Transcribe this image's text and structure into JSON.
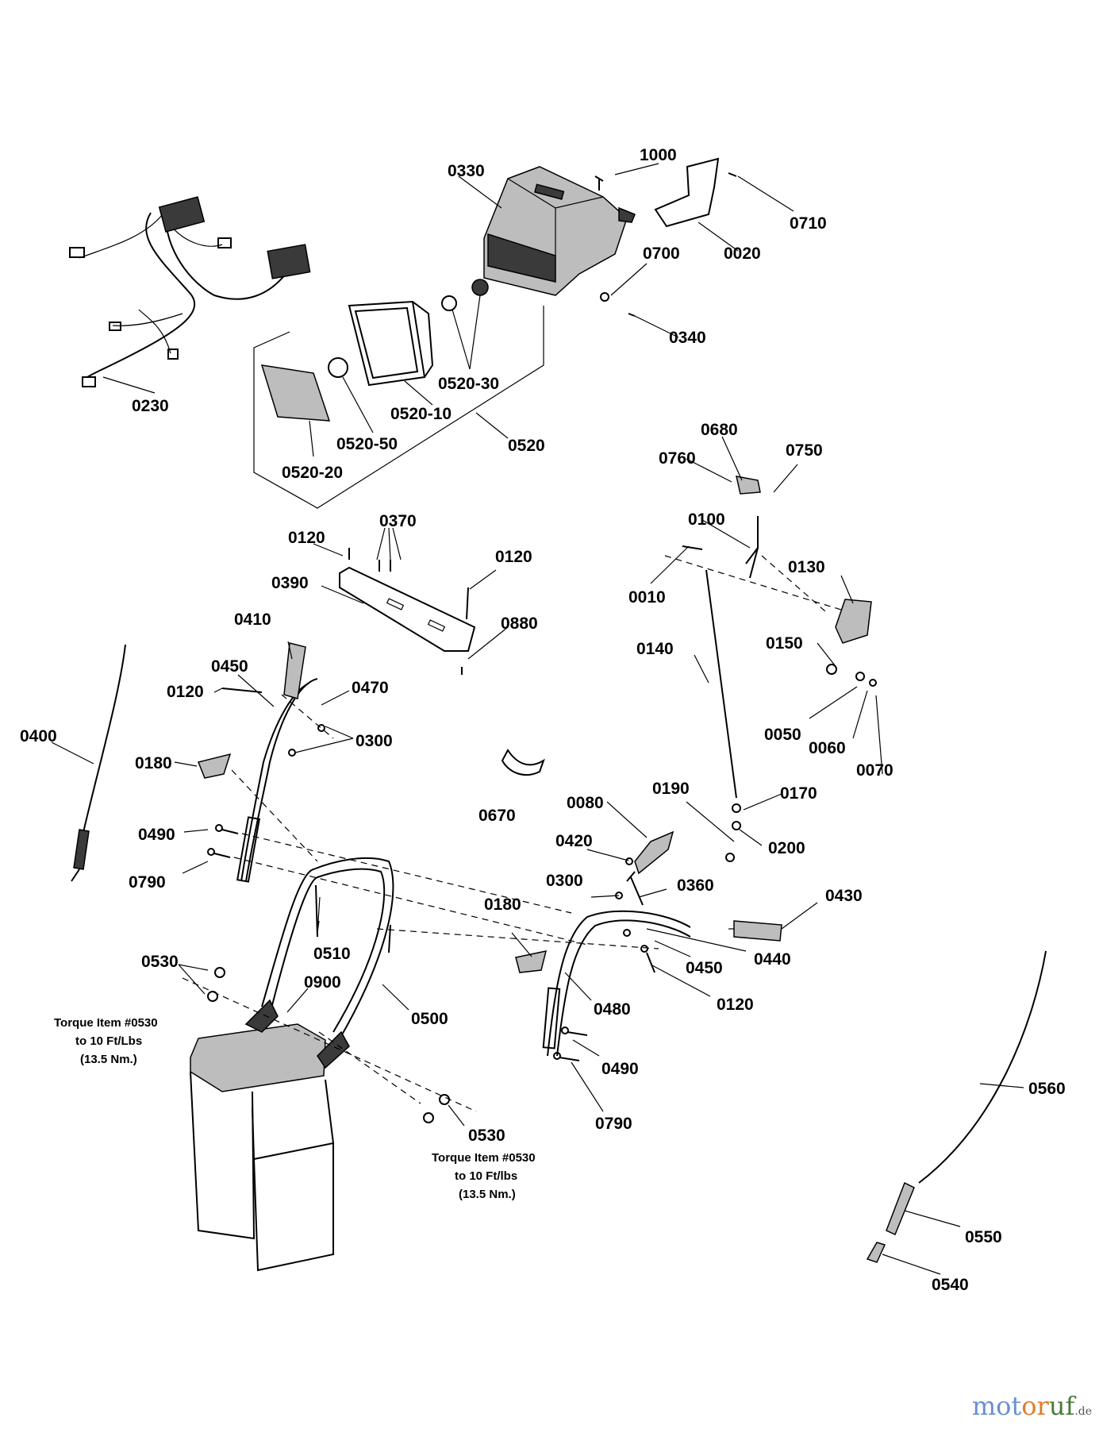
{
  "labels": {
    "l1000": "1000",
    "l0330": "0330",
    "l0710": "0710",
    "l0020": "0020",
    "l0700": "0700",
    "l0340": "0340",
    "l0230": "0230",
    "l0520_30": "0520-30",
    "l0520_10": "0520-10",
    "l0520": "0520",
    "l0520_50": "0520-50",
    "l0520_20": "0520-20",
    "l0680": "0680",
    "l0760": "0760",
    "l0750": "0750",
    "l0100": "0100",
    "l0130": "0130",
    "l0010": "0010",
    "l0370": "0370",
    "l0120a": "0120",
    "l0120b": "0120",
    "l0390": "0390",
    "l0880": "0880",
    "l0410": "0410",
    "l0450a": "0450",
    "l0470": "0470",
    "l0120c": "0120",
    "l0300a": "0300",
    "l0400": "0400",
    "l0180a": "0180",
    "l0490a": "0490",
    "l0790a": "0790",
    "l0140": "0140",
    "l0150": "0150",
    "l0050": "0050",
    "l0060": "0060",
    "l0070": "0070",
    "l0670": "0670",
    "l0080": "0080",
    "l0190": "0190",
    "l0170": "0170",
    "l0200": "0200",
    "l0420": "0420",
    "l0300b": "0300",
    "l0360": "0360",
    "l0430": "0430",
    "l0180b": "0180",
    "l0510": "0510",
    "l0440": "0440",
    "l0450b": "0450",
    "l0530a": "0530",
    "l0900": "0900",
    "l0500": "0500",
    "l0480": "0480",
    "l0120d": "0120",
    "l0490b": "0490",
    "l0790b": "0790",
    "l0530b": "0530",
    "l0560": "0560",
    "l0550": "0550",
    "l0540": "0540"
  },
  "notes": {
    "torque_left": [
      "Torque Item #0530",
      "to 10 Ft/Lbs",
      "(13.5 Nm.)"
    ],
    "torque_bottom": [
      "Torque Item #0530",
      "to 10 Ft/lbs",
      "(13.5 Nm.)"
    ]
  },
  "watermark": {
    "part1": "mot",
    "part2": "or",
    "part3": "uf",
    "tld": ".de"
  }
}
